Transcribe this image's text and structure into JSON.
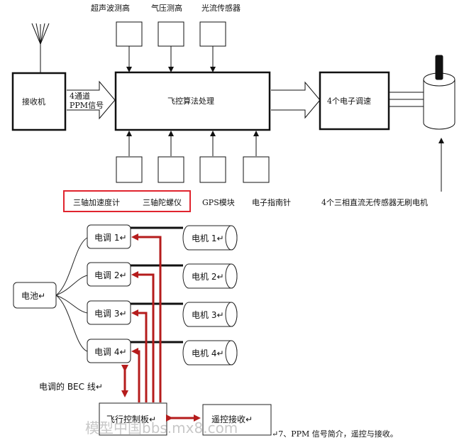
{
  "top": {
    "sensors_top": [
      "超声波测高",
      "气压测高",
      "光流传感器"
    ],
    "receiver": "接收机",
    "link_label": [
      "4通道",
      "PPM信号"
    ],
    "flight_ctrl": "飞控算法处理",
    "esc": "4个电子调速",
    "bottom_labels": [
      "三轴加速度计",
      "三轴陀螺仪",
      "GPS模块",
      "电子指南针",
      "4个三相直流无传感器无刷电机"
    ],
    "highlight_color": "#e0242e"
  },
  "bottom": {
    "battery": "电池↵",
    "escs": [
      "电调 1↵",
      "电调 2↵",
      "电调 3↵",
      "电调 4↵"
    ],
    "motors": [
      "电机 1↵",
      "电机 2↵",
      "电机 3↵",
      "电机 4↵"
    ],
    "bec_label": "电调的 BEC 线↵",
    "fc_board": "飞行控制板↵",
    "rc_receive": "遥控接收↵",
    "caption": "↵7、PPM 信号简介，遥控与接收。",
    "watermark": "模型中国bbs.mx8.com",
    "wire_color": "#b51c1c"
  }
}
